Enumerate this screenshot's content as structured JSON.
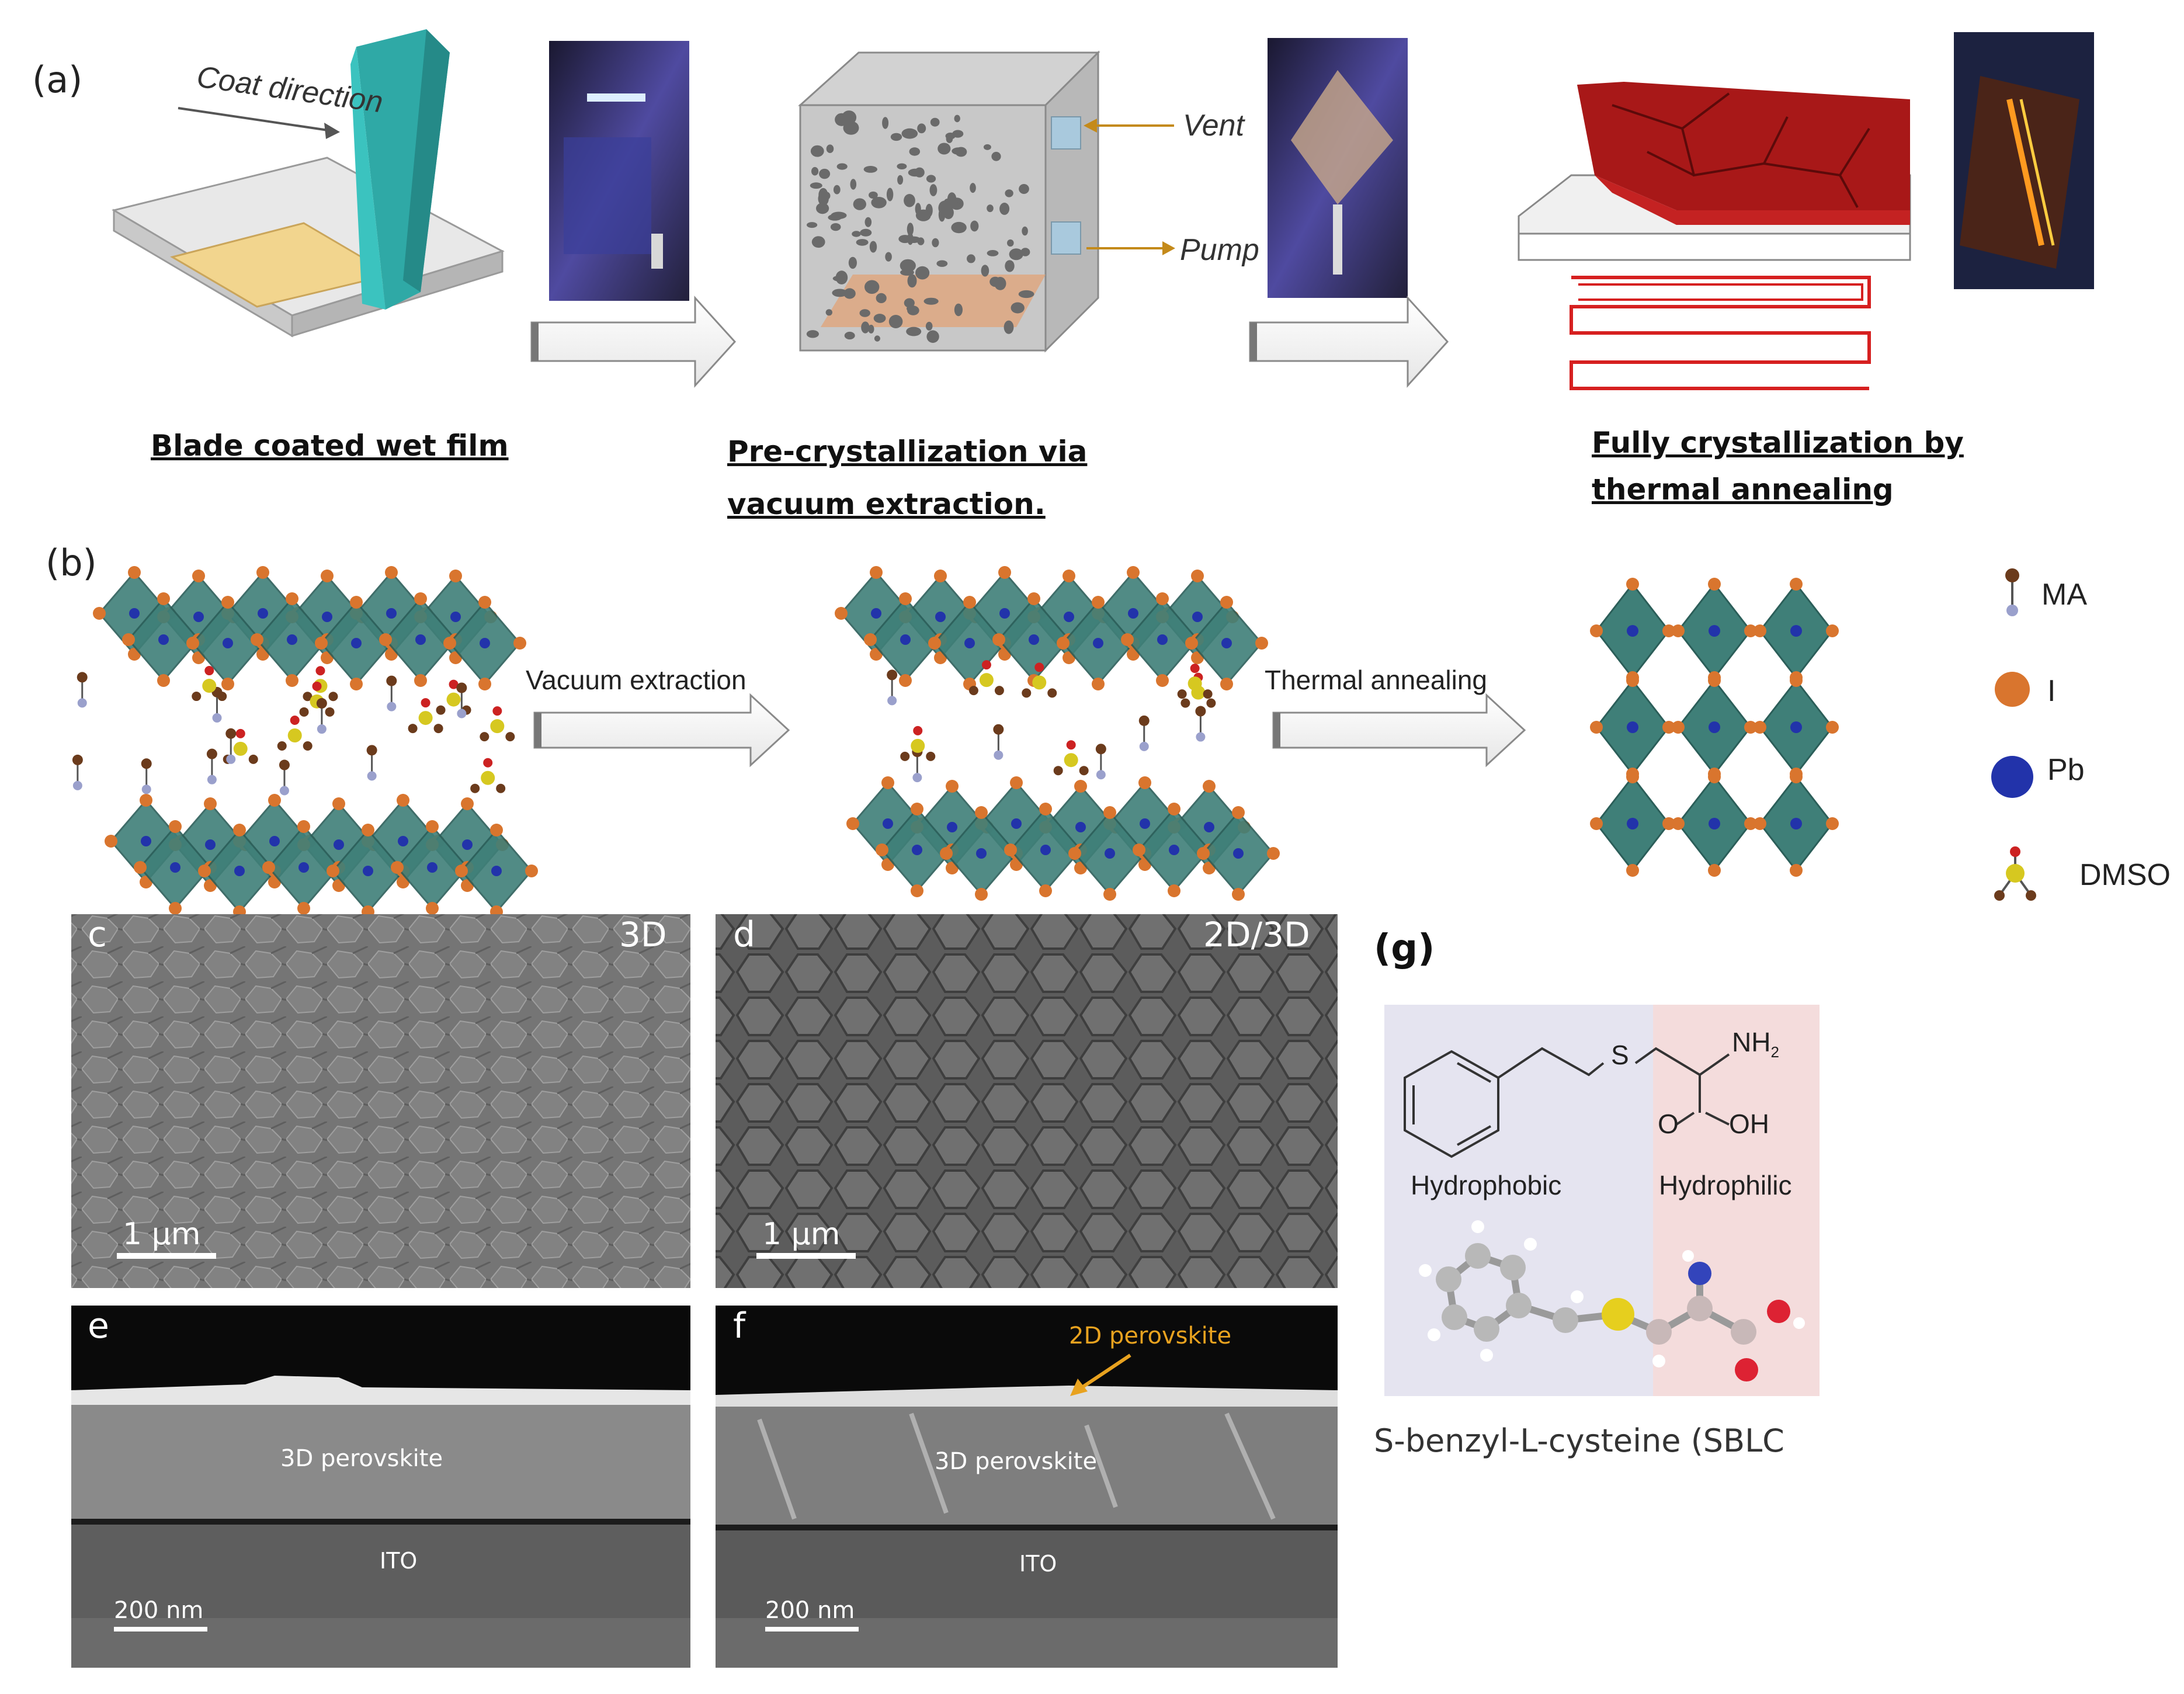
{
  "panel_a": {
    "label": "(a)",
    "coat_direction": "Coat direction",
    "vent": "Vent",
    "pump": "Pump",
    "step1": "Blade coated wet film",
    "step2_line1": "Pre-crystallization via",
    "step2_line2": "vacuum extraction.",
    "step3_line1": "Fully crystallization by",
    "step3_line2": "thermal annealing"
  },
  "panel_b": {
    "label": "(b)",
    "arrow1": "Vacuum extraction",
    "arrow2": "Thermal annealing",
    "legend": [
      {
        "symbol": "MA",
        "color": "#6b3b1c"
      },
      {
        "symbol": "I",
        "color": "#d9752e"
      },
      {
        "symbol": "Pb",
        "color": "#2233aa"
      },
      {
        "symbol": "DMSO",
        "color": "#d6c820"
      }
    ]
  },
  "sem": {
    "c": {
      "letter": "c",
      "tag": "3D",
      "scale": "1 µm"
    },
    "d": {
      "letter": "d",
      "tag": "2D/3D",
      "scale": "1 µm"
    },
    "e": {
      "letter": "e",
      "layer1": "3D perovskite",
      "layer2": "ITO",
      "scale": "200 nm"
    },
    "f": {
      "letter": "f",
      "annotation": "2D perovskite",
      "layer1": "3D perovskite",
      "layer2": "ITO",
      "scale": "200 nm"
    }
  },
  "panel_g": {
    "label": "(g)",
    "hydrophobic": "Hydrophobic",
    "hydrophilic": "Hydrophilic",
    "atom_s": "S",
    "nh2": "NH",
    "nh2_sub": "2",
    "atom_o": "O",
    "oh": "OH",
    "name": "S-benzyl-L-cysteine (SBLC"
  },
  "colors": {
    "teal": "#2fa9a6",
    "octahedron": "#3f7f78",
    "iodide": "#d9752e",
    "film_red": "#a81818",
    "gold_arrow": "#c48a1a",
    "hydrophobic_bg": "#e5e4f0",
    "hydrophilic_bg": "#f4dcdc"
  }
}
